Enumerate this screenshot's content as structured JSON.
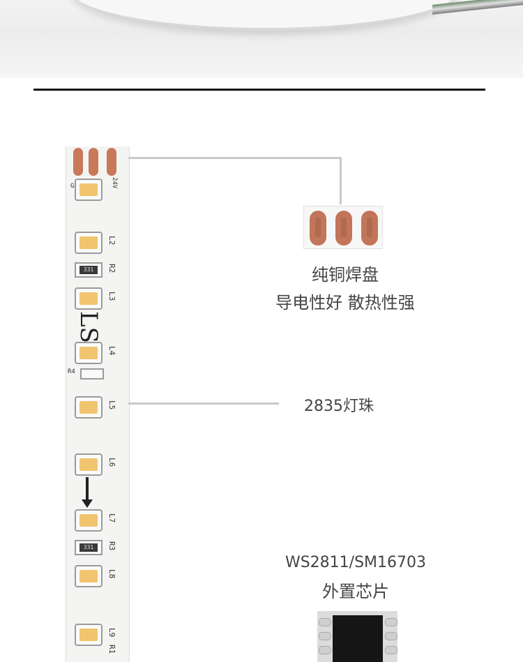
{
  "callouts": {
    "pad_title": "纯铜焊盘",
    "pad_subtitle": "导电性好 散热性强",
    "led_label": "2835灯珠",
    "chip_title": "WS2811/SM16703",
    "chip_subtitle": "外置芯片"
  },
  "strip": {
    "brand": "LS",
    "power_label": "24V",
    "gnd_label": "GND",
    "led_labels": [
      "L2",
      "L3",
      "L4",
      "L5",
      "L6",
      "L7",
      "L8",
      "L9"
    ],
    "resistor_labels": [
      "R2",
      "R4",
      "R3",
      "R1"
    ],
    "resistor_code": "331"
  },
  "colors": {
    "copper": "#c8795a",
    "led_phosphor": "#f1c46f",
    "divider": "#111111"
  }
}
